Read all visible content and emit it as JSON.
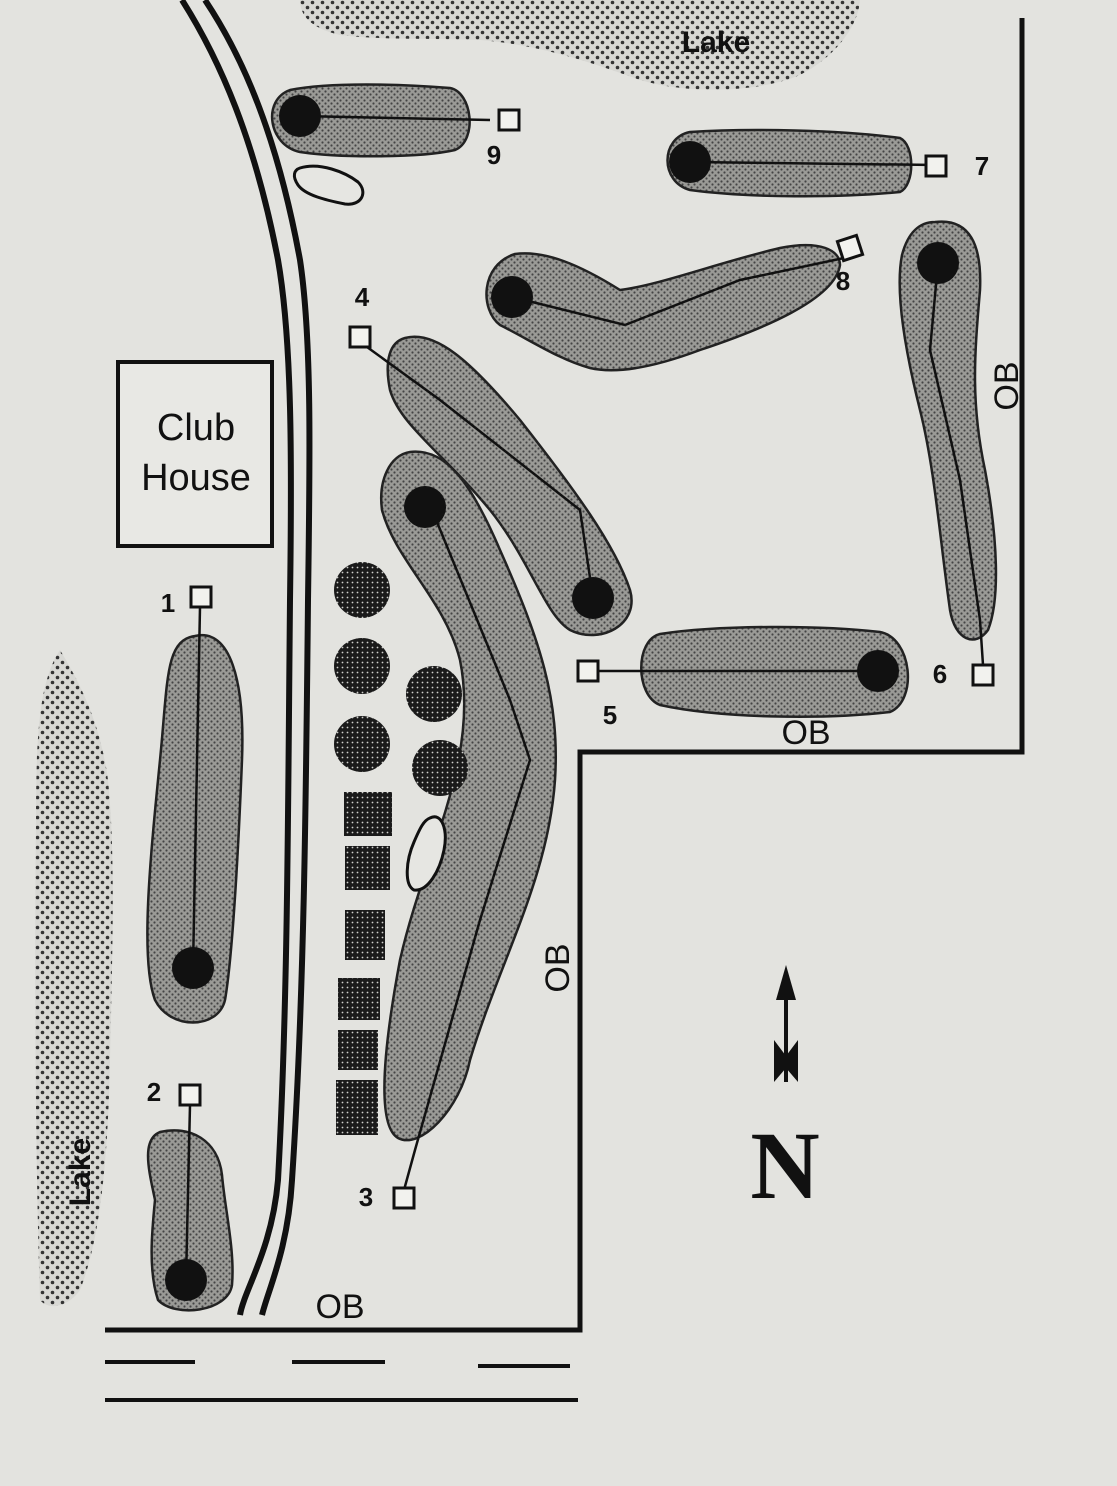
{
  "labels": {
    "club_house_line1": "Club",
    "club_house_line2": "House",
    "lake_north": "Lake",
    "lake_west": "Lake",
    "ob_bottom": "OB",
    "ob_center": "OB",
    "ob_right_lower": "OB",
    "ob_right": "OB",
    "north": "N"
  },
  "holes": [
    {
      "number": "1"
    },
    {
      "number": "2"
    },
    {
      "number": "3"
    },
    {
      "number": "4"
    },
    {
      "number": "5"
    },
    {
      "number": "6"
    },
    {
      "number": "7"
    },
    {
      "number": "8"
    },
    {
      "number": "9"
    }
  ],
  "colors": {
    "paper": "#e3e3df",
    "ink": "#111111",
    "fairway": "#8c8c8c",
    "lake": "#c9c9c4"
  }
}
